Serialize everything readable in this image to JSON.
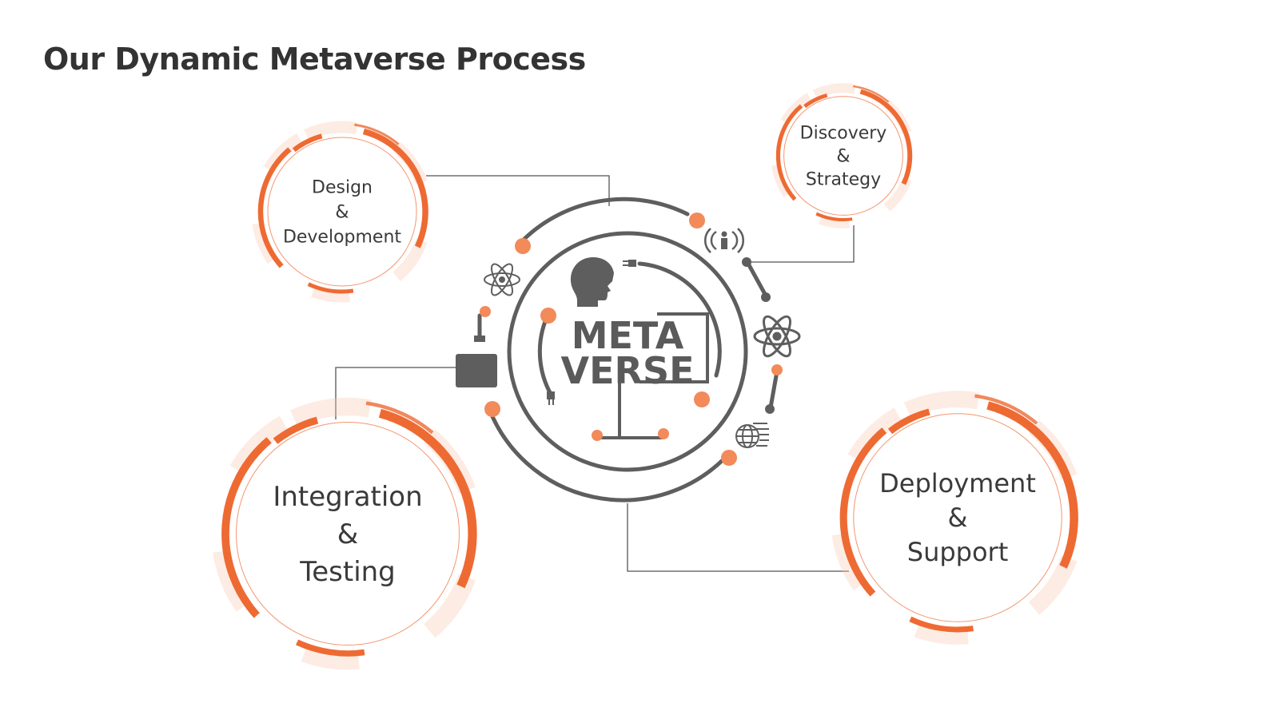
{
  "title": "Our Dynamic Metaverse Process",
  "center_logo": {
    "line1": "META",
    "line2": "VERSE"
  },
  "stages": [
    {
      "id": "discovery",
      "lines": [
        "Discovery",
        "&",
        "Strategy"
      ]
    },
    {
      "id": "design",
      "lines": [
        "Design",
        "&",
        "Development"
      ]
    },
    {
      "id": "integration",
      "lines": [
        "Integration",
        "&",
        "Testing"
      ]
    },
    {
      "id": "deployment",
      "lines": [
        "Deployment",
        "&",
        "Support"
      ]
    }
  ],
  "icons": [
    "head-vr-icon",
    "atom-icon",
    "broadcast-person-icon",
    "globe-text-icon",
    "plug-icon",
    "box-icon"
  ],
  "colors": {
    "accent": "#EE6A33",
    "accent_light": "#F8C9B3",
    "dot": "#F28A5A",
    "ring": "#5E5E5E",
    "line": "#555555",
    "text": "#333333"
  }
}
